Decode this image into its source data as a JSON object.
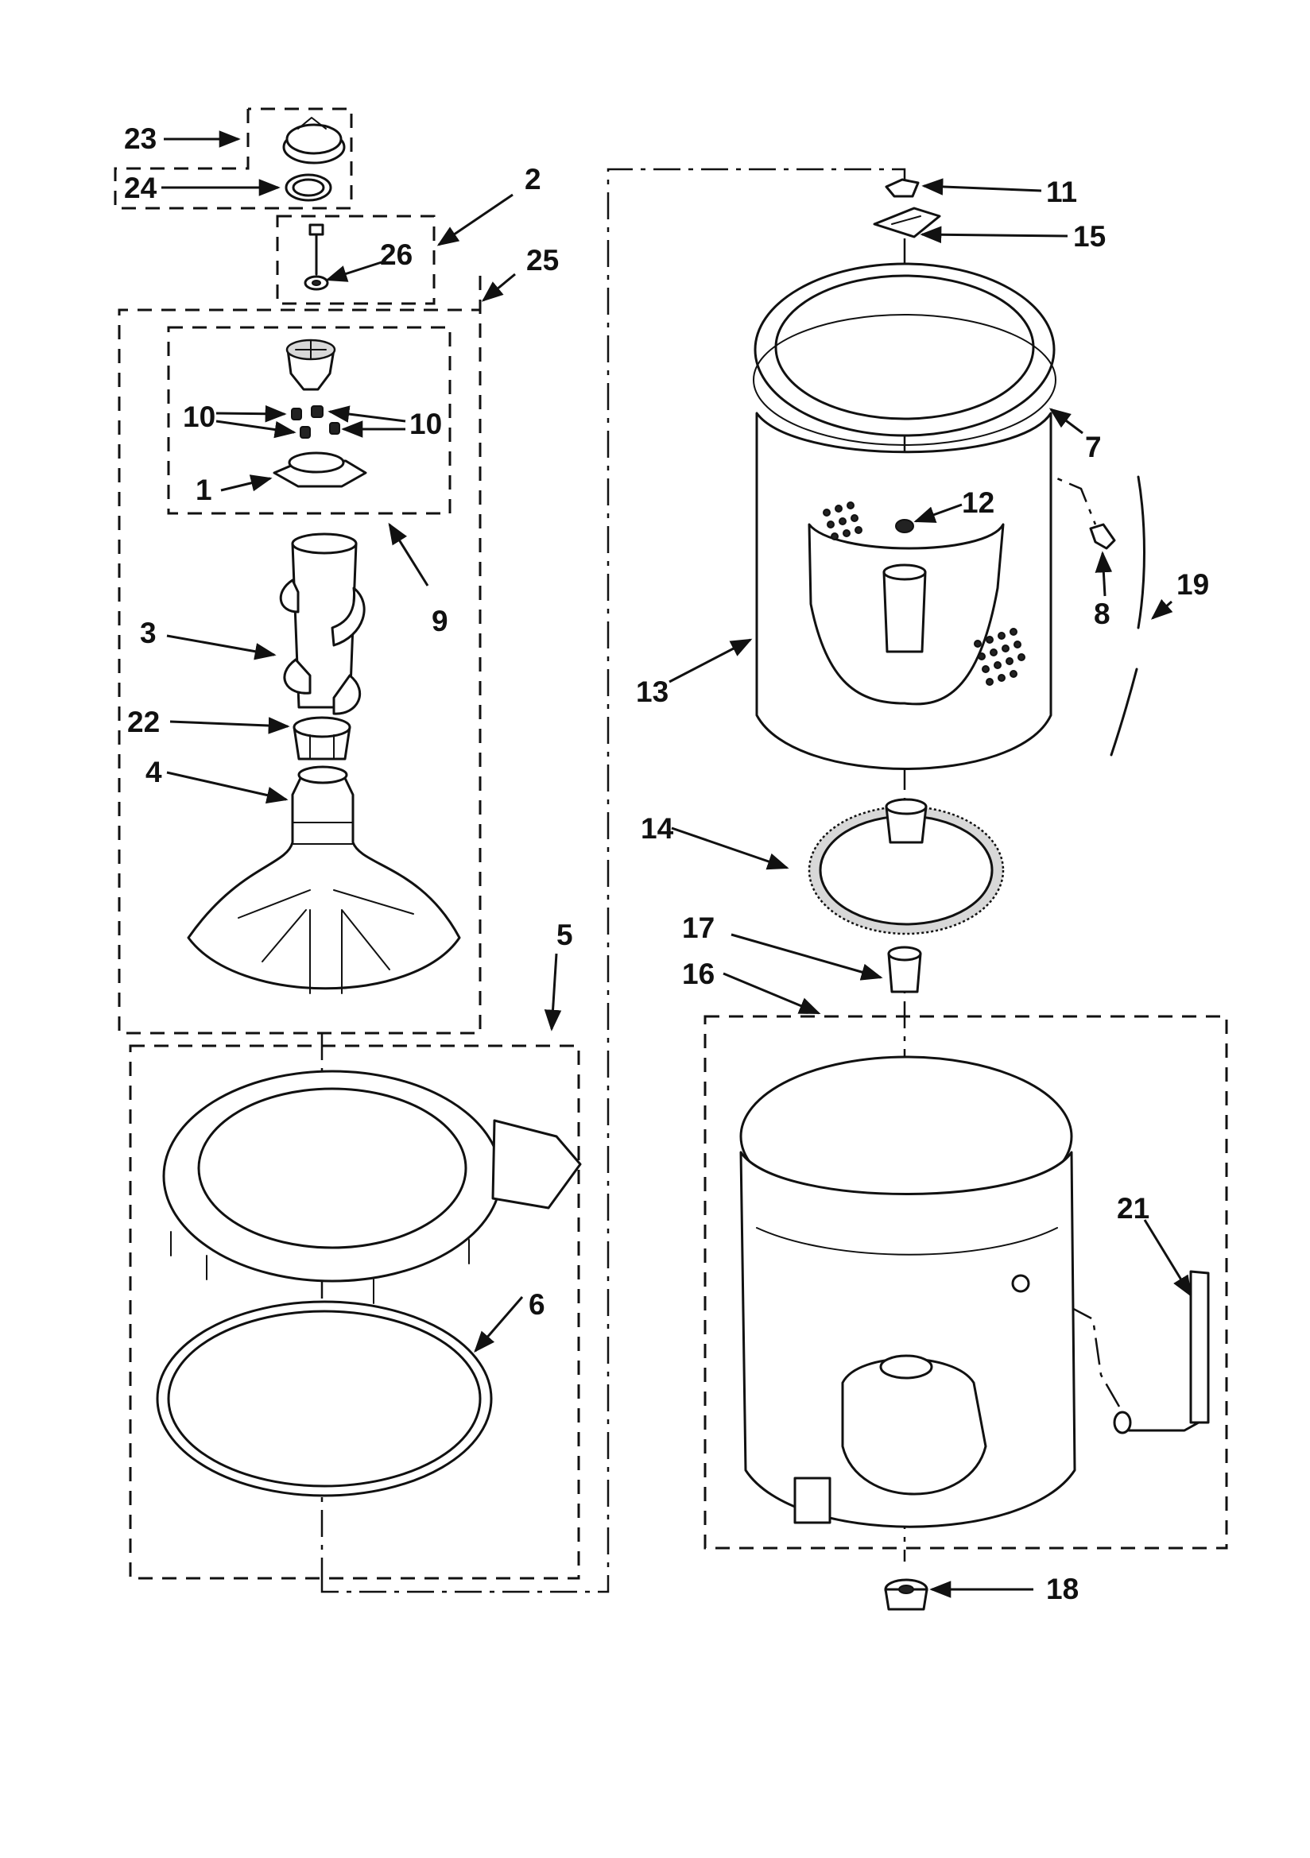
{
  "diagram": {
    "callouts": [
      {
        "id": "23",
        "text": "23"
      },
      {
        "id": "24",
        "text": "24"
      },
      {
        "id": "2",
        "text": "2"
      },
      {
        "id": "26",
        "text": "26"
      },
      {
        "id": "25",
        "text": "25"
      },
      {
        "id": "10a",
        "text": "10"
      },
      {
        "id": "10b",
        "text": "10"
      },
      {
        "id": "1",
        "text": "1"
      },
      {
        "id": "9",
        "text": "9"
      },
      {
        "id": "3",
        "text": "3"
      },
      {
        "id": "22",
        "text": "22"
      },
      {
        "id": "4",
        "text": "4"
      },
      {
        "id": "5",
        "text": "5"
      },
      {
        "id": "6",
        "text": "6"
      },
      {
        "id": "11",
        "text": "11"
      },
      {
        "id": "15",
        "text": "15"
      },
      {
        "id": "7",
        "text": "7"
      },
      {
        "id": "12",
        "text": "12"
      },
      {
        "id": "8",
        "text": "8"
      },
      {
        "id": "19",
        "text": "19"
      },
      {
        "id": "13",
        "text": "13"
      },
      {
        "id": "14",
        "text": "14"
      },
      {
        "id": "17",
        "text": "17"
      },
      {
        "id": "16",
        "text": "16"
      },
      {
        "id": "21",
        "text": "21"
      },
      {
        "id": "18",
        "text": "18"
      }
    ]
  }
}
